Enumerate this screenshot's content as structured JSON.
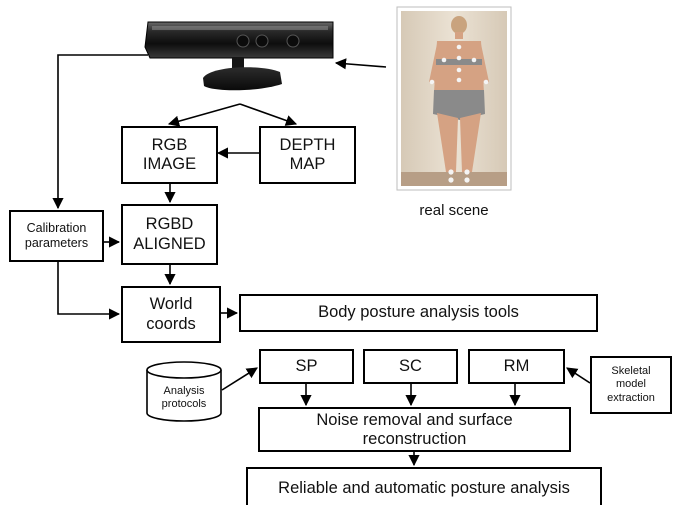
{
  "diagram": {
    "nodes": {
      "rgb_image": "RGB\nIMAGE",
      "depth_map": "DEPTH\nMAP",
      "rgbd_aligned": "RGBD\nALIGNED",
      "calibration": "Calibration\nparameters",
      "world_coords": "World\ncoords",
      "posture_tools": "Body posture analysis tools",
      "sp": "SP",
      "sc": "SC",
      "rm": "RM",
      "analysis_protocols": "Analysis\nprotocols",
      "skeletal": "Skeletal\nmodel\nextraction",
      "noise_removal": "Noise removal and surface\nreconstruction",
      "reliable": "Reliable and automatic posture analysis"
    },
    "photo_caption": "real scene",
    "sensor_icon": "kinect-depth-sensor-icon",
    "photo_icon": "back-view-person-markers-photo",
    "colors": {
      "line": "#000000",
      "box_fill": "#ffffff",
      "sensor_body": "#1a1a1a",
      "photo_wall": "#e2d7c8",
      "photo_skin": "#d5a283",
      "photo_clothing": "#8a8a8a",
      "marker": "#f4f4f4"
    }
  }
}
